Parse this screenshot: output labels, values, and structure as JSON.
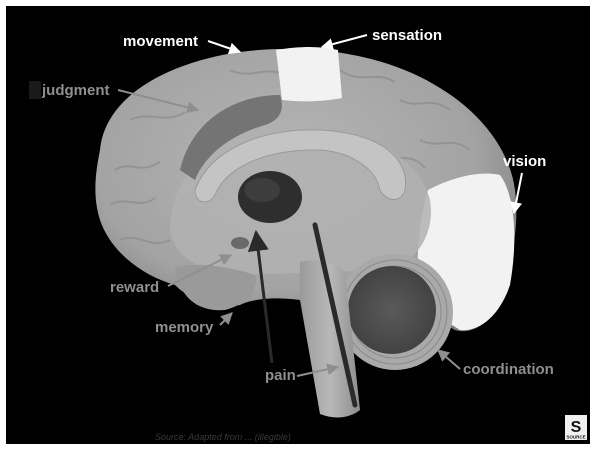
{
  "labels": {
    "movement": "movement",
    "sensation": "sensation",
    "judgment": "judgment",
    "vision": "vision",
    "reward": "reward",
    "memory": "memory",
    "pain": "pain",
    "coordination": "coordination"
  },
  "source": "Source: Adapted from ... (illegible)",
  "logo": {
    "glyph": "S",
    "text": "SOURCE"
  },
  "colors": {
    "background": "#000000",
    "highlight_white": "#f2f2f2",
    "gray_label": "#8f8f8f",
    "white_label": "#ffffff",
    "pathway_dark": "#3c3c3c"
  }
}
